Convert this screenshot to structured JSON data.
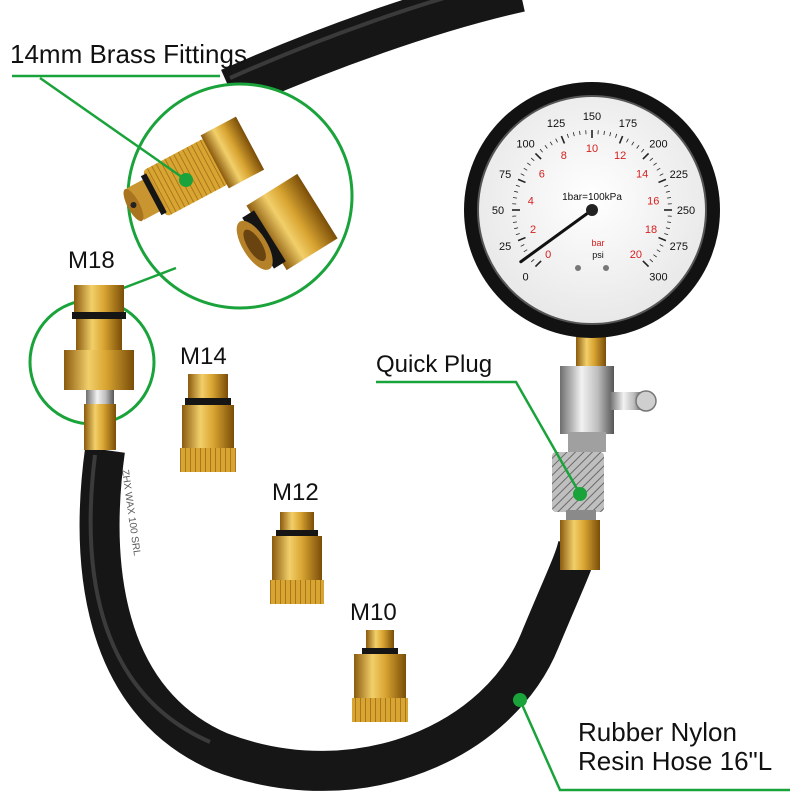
{
  "labels": {
    "brass_fittings": "14mm Brass Fittings",
    "m18": "M18",
    "m14": "M14",
    "m12": "M12",
    "m10": "M10",
    "quick_plug": "Quick Plug",
    "hose_line1": "Rubber Nylon",
    "hose_line2": "Resin Hose 16\"L"
  },
  "gauge": {
    "psi_ticks": [
      "0",
      "25",
      "50",
      "75",
      "100",
      "125",
      "150",
      "175",
      "200",
      "225",
      "250",
      "275",
      "300"
    ],
    "bar_ticks": [
      "0",
      "2",
      "4",
      "6",
      "8",
      "10",
      "12",
      "14",
      "16",
      "18",
      "20"
    ],
    "center_text": "1bar=100kPa",
    "unit_bar": "bar",
    "unit_psi": "psi",
    "needle_psi": 10
  },
  "hose_print": "ZHX WAX 100 SRL",
  "colors": {
    "callout_green": "#1aa33a",
    "brass": "#d4a22c",
    "hose": "#161616",
    "gauge_bezel": "#121212",
    "bar_scale": "#d62020"
  }
}
